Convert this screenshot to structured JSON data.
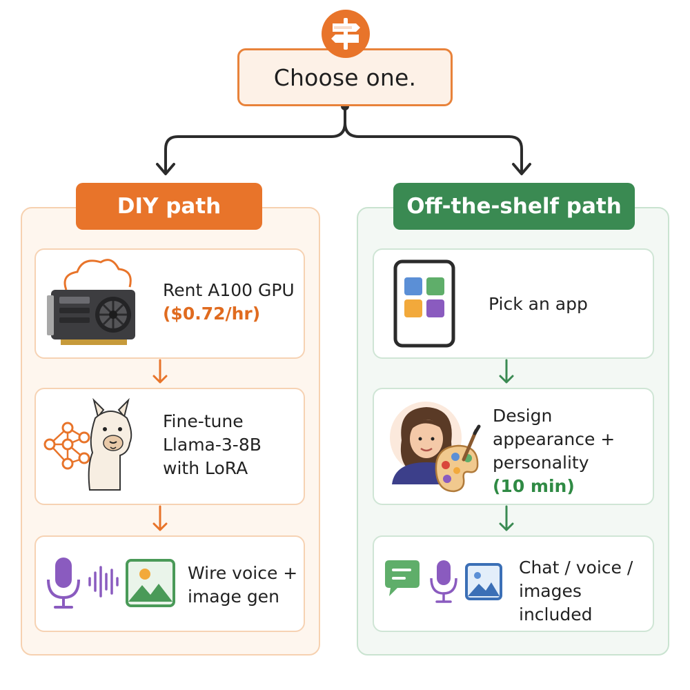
{
  "root": {
    "title": "Choose one."
  },
  "diy": {
    "header": "DIY path",
    "steps": [
      {
        "line1": "Rent A100 GPU",
        "line2": "($0.72/hr)"
      },
      {
        "line1": "Fine-tune",
        "line2": "Llama-3-8B",
        "line3": "with LoRA"
      },
      {
        "line1": "Wire voice +",
        "line2": "image gen"
      }
    ]
  },
  "ots": {
    "header": "Off-the-shelf path",
    "steps": [
      {
        "line1": "Pick an app"
      },
      {
        "line1": "Design",
        "line2": "appearance +",
        "line3": "personality",
        "line4": "(10 min)"
      },
      {
        "line1": "Chat / voice /",
        "line2": "images",
        "line3": "included"
      }
    ]
  },
  "colors": {
    "diy_accent": "#e8742a",
    "ots_accent": "#3a8a52",
    "connector": "#2b2b2b"
  },
  "icons": [
    "signpost-icon",
    "gpu-cloud-icon",
    "neural-network-icon",
    "llama-icon",
    "microphone-icon",
    "sound-wave-icon",
    "image-icon",
    "phone-apps-icon",
    "avatar-person-icon",
    "palette-icon",
    "chat-bubble-icon"
  ]
}
